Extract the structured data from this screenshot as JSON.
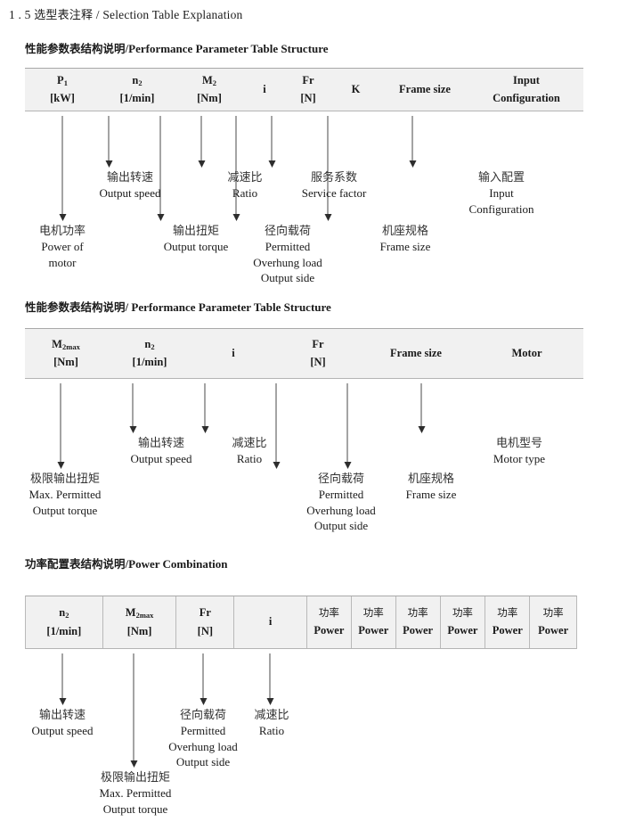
{
  "page": {
    "heading": {
      "number": "1 . 5",
      "cn": "选型表注释",
      "slash": "/",
      "en": "Selection Table Explanation"
    }
  },
  "sections": [
    {
      "id": "performance-1",
      "subtitle": {
        "cn": "性能参数表结构说明",
        "sep": "/",
        "en": "Performance Parameter Table Structure"
      },
      "table": {
        "bordered": false,
        "columns": [
          {
            "name": "p1",
            "line1": "P",
            "sub1": "1",
            "line2": "[kW]"
          },
          {
            "name": "n2",
            "line1": "n",
            "sub1": "2",
            "line2": "[1/min]"
          },
          {
            "name": "m2",
            "line1": "M",
            "sub1": "2",
            "line2": "[Nm]"
          },
          {
            "name": "i",
            "line1": "i",
            "sub1": "",
            "line2": ""
          },
          {
            "name": "fr",
            "line1": "Fr",
            "sub1": "",
            "line2": "[N]"
          },
          {
            "name": "k",
            "line1": "K",
            "sub1": "",
            "line2": ""
          },
          {
            "name": "frame-size",
            "line1": "Frame size",
            "sub1": "",
            "line2": ""
          },
          {
            "name": "input-configuration",
            "line1": "Input",
            "sub1": "",
            "line2": "Configuration"
          }
        ]
      },
      "notes": [
        {
          "name": "power-of-motor",
          "cn": "电机功率",
          "en": [
            "Power of",
            "motor"
          ]
        },
        {
          "name": "output-speed",
          "cn": "输出转速",
          "en": [
            "Output speed"
          ]
        },
        {
          "name": "output-torque",
          "cn": "输出扭矩",
          "en": [
            "Output torque"
          ]
        },
        {
          "name": "ratio",
          "cn": "减速比",
          "en": [
            "Ratio"
          ]
        },
        {
          "name": "permitted-overhung-load",
          "cn": "径向载荷",
          "en": [
            "Permitted",
            "Overhung load",
            "Output side"
          ]
        },
        {
          "name": "service-factor",
          "cn": "服务系数",
          "en": [
            "Service factor"
          ]
        },
        {
          "name": "frame-size",
          "cn": "机座规格",
          "en": [
            "Frame size"
          ]
        },
        {
          "name": "input-configuration",
          "cn": "输入配置",
          "en": [
            "Input",
            "Configuration"
          ]
        }
      ]
    },
    {
      "id": "performance-2",
      "subtitle": {
        "cn": "性能参数表结构说明",
        "sep": "/ ",
        "en": "Performance Parameter Table Structure"
      },
      "table": {
        "bordered": false,
        "columns": [
          {
            "name": "m2max",
            "line1": "M",
            "sub1": "2max",
            "line2": "[Nm]"
          },
          {
            "name": "n2",
            "line1": "n",
            "sub1": "2",
            "line2": "[1/min]"
          },
          {
            "name": "i",
            "line1": "i",
            "sub1": "",
            "line2": ""
          },
          {
            "name": "fr",
            "line1": "Fr",
            "sub1": "",
            "line2": "[N]"
          },
          {
            "name": "frame-size",
            "line1": "Frame size",
            "sub1": "",
            "line2": ""
          },
          {
            "name": "motor",
            "line1": "Motor",
            "sub1": "",
            "line2": ""
          }
        ]
      },
      "notes": [
        {
          "name": "max-permitted-output-torque",
          "cn": "极限输出扭矩",
          "en": [
            "Max. Permitted",
            "Output  torque"
          ]
        },
        {
          "name": "output-speed",
          "cn": "输出转速",
          "en": [
            "Output speed"
          ]
        },
        {
          "name": "ratio",
          "cn": "减速比",
          "en": [
            "Ratio"
          ]
        },
        {
          "name": "permitted-overhung-load",
          "cn": "径向载荷",
          "en": [
            "Permitted",
            "Overhung load",
            "Output side"
          ]
        },
        {
          "name": "frame-size",
          "cn": "机座规格",
          "en": [
            "Frame size"
          ]
        },
        {
          "name": "motor-type",
          "cn": "电机型号",
          "en": [
            "Motor type"
          ]
        }
      ]
    },
    {
      "id": "power-combination",
      "subtitle": {
        "cn": "功率配置表结构说明",
        "sep": "/",
        "en": "Power Combination"
      },
      "table": {
        "bordered": true,
        "columns": [
          {
            "name": "n2",
            "line1": "n",
            "sub1": "2",
            "line2": "[1/min]"
          },
          {
            "name": "m2max",
            "line1": "M",
            "sub1": "2max",
            "line2": "[Nm]"
          },
          {
            "name": "fr",
            "line1": "Fr",
            "sub1": "",
            "line2": "[N]"
          },
          {
            "name": "i",
            "line1": "i",
            "sub1": "",
            "line2": ""
          },
          {
            "name": "power-1",
            "cjk": "功率",
            "line2": "Power"
          },
          {
            "name": "power-2",
            "cjk": "功率",
            "line2": "Power"
          },
          {
            "name": "power-3",
            "cjk": "功率",
            "line2": "Power"
          },
          {
            "name": "power-4",
            "cjk": "功率",
            "line2": "Power"
          },
          {
            "name": "power-5",
            "cjk": "功率",
            "line2": "Power"
          },
          {
            "name": "power-6",
            "cjk": "功率",
            "line2": "Power"
          }
        ]
      },
      "notes": [
        {
          "name": "output-speed",
          "cn": "输出转速",
          "en": [
            "Output speed"
          ]
        },
        {
          "name": "max-permitted-output-torque",
          "cn": "极限输出扭矩",
          "en": [
            "Max. Permitted",
            "Output  torque"
          ]
        },
        {
          "name": "permitted-overhung-load",
          "cn": "径向载荷",
          "en": [
            "Permitted",
            "Overhung load",
            "Output side"
          ]
        },
        {
          "name": "ratio",
          "cn": "减速比",
          "en": [
            "Ratio"
          ]
        }
      ]
    }
  ],
  "colors": {
    "table_bg": "#f1f1f1",
    "table_border": "#b4b4b4",
    "arrow": "#2d2d2d",
    "text": "#1a1a1a"
  }
}
